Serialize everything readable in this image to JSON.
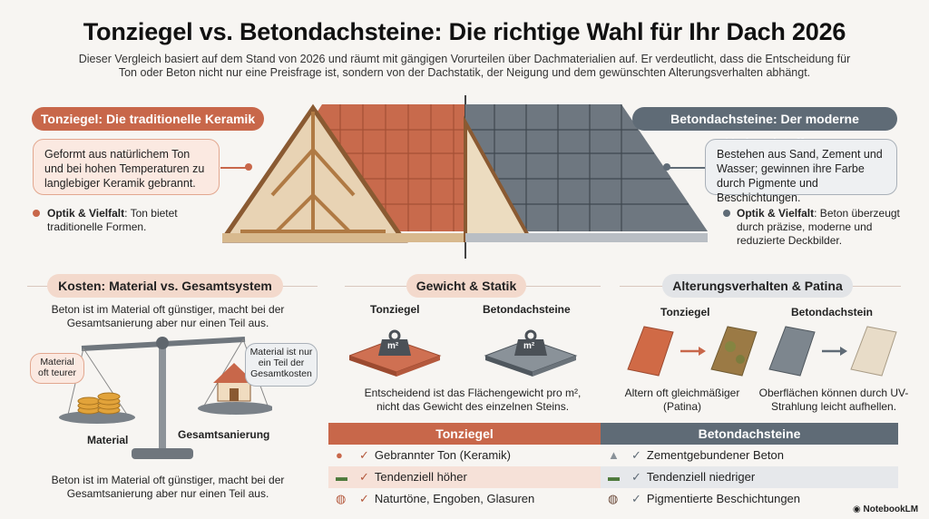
{
  "header": {
    "title": "Tonziegel vs. Betondachsteine: Die richtige Wahl für Ihr Dach 2026",
    "subtitle": "Dieser Vergleich basiert auf dem Stand von 2026 und räumt mit gängigen Vorurteilen über Dachmaterialien auf. Er verdeutlicht, dass die Entscheidung für Ton oder Beton nicht nur eine Preisfrage ist, sondern von der Dachstatik, der Neigung und dem gewünschten Alterungsverhalten abhängt."
  },
  "left_panel": {
    "label": "Tonziegel: Die traditionelle Keramik",
    "box_text": "Geformt aus natürlichem Ton und bei hohen Temperaturen zu langlebiger Keramik gebrannt.",
    "optik_bold": "Optik & Vielfalt",
    "optik_text": ": Ton bietet traditionelle Formen."
  },
  "right_panel": {
    "label": "Betondachsteine: Der moderne Verbundstoff",
    "box_text": "Bestehen aus Sand, Zement und Wasser; gewinnen ihre Farbe durch Pigmente und Beschichtungen.",
    "optik_bold": "Optik & Vielfalt",
    "optik_text": ": Beton überzeugt durch präzise, moderne und reduzierte Deckbilder."
  },
  "kosten": {
    "label": "Kosten: Material vs. Gesamtsystem",
    "text_top": "Beton ist im Material oft günstiger, macht bei der Gesamtsanierung aber nur einen Teil aus.",
    "bubble_left": "Material oft teurer",
    "bubble_right": "Material ist nur ein Teil der Gesamtkosten",
    "label_material": "Material",
    "label_gesamt": "Gesamtsanierung",
    "text_bottom": "Beton ist im Material oft günstiger, macht bei der Gesamtsanierung aber nur einen Teil aus."
  },
  "gewicht": {
    "label": "Gewicht & Statik",
    "col_ton": "Tonziegel",
    "col_beton": "Betondachsteine",
    "weight_unit": "m²",
    "text": "Entscheidend ist das Flächengewicht pro m², nicht das Gewicht des einzelnen Steins."
  },
  "alterung": {
    "label": "Alterungsverhalten & Patina",
    "col_ton": "Tonziegel",
    "col_beton": "Betondachstein",
    "text_ton": "Altern oft gleichmäßiger (Patina)",
    "text_beton": "Oberflächen können durch UV-Strahlung leicht aufhellen."
  },
  "table": {
    "head_ton": "Tonziegel",
    "head_beton": "Betondachsteine",
    "rows": [
      {
        "ton": "Gebrannter Ton (Keramik)",
        "beton": "Zementgebundener Beton",
        "icon_ton": "clay-icon",
        "icon_beton": "concrete-icon"
      },
      {
        "ton": "Tendenziell höher",
        "beton": "Tendenziell niedriger",
        "icon_ton": "money-icon",
        "icon_beton": "money-icon"
      },
      {
        "ton": "Naturtöne, Engoben, Glasuren",
        "beton": "Pigmentierte Beschichtungen",
        "icon_ton": "palette-icon",
        "icon_beton": "palette-icon"
      }
    ]
  },
  "brand": "NotebookLM",
  "colors": {
    "clay": "#c8674a",
    "concrete": "#5f6b76"
  }
}
